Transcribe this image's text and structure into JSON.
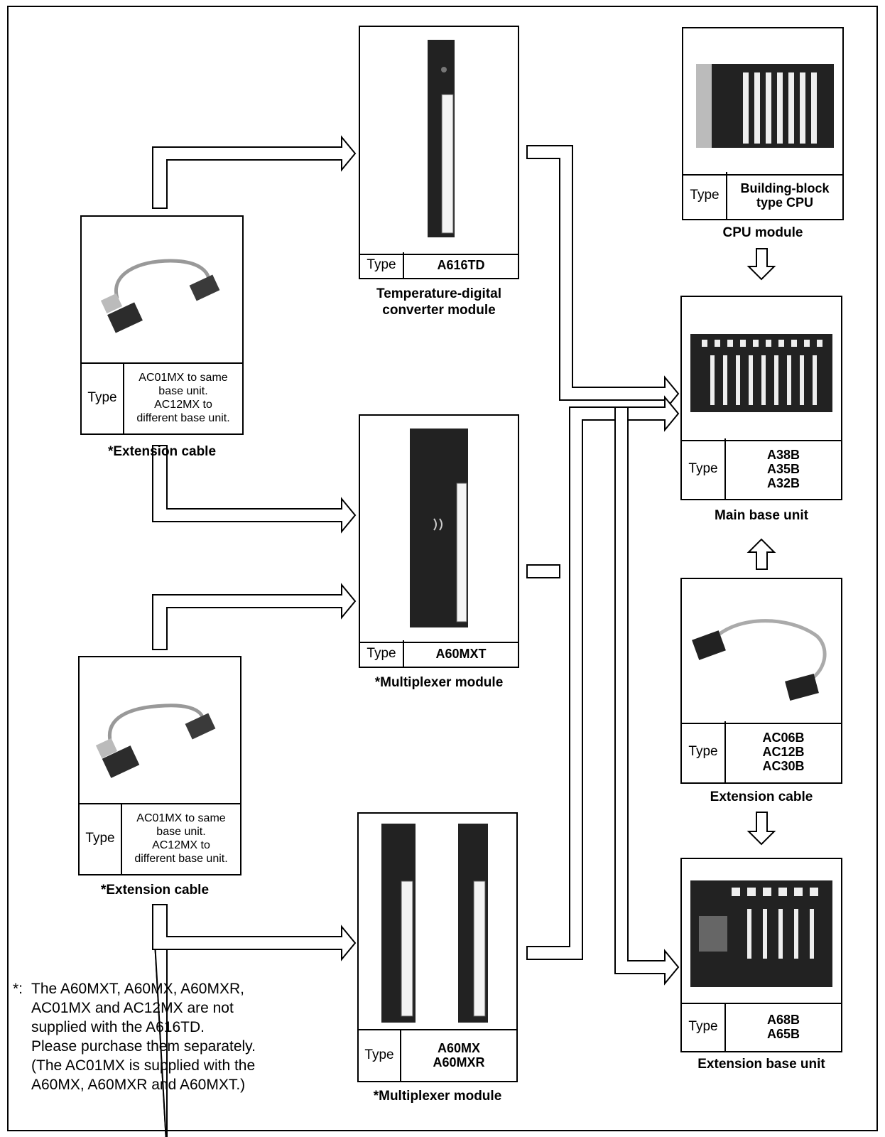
{
  "type_label": "Type",
  "cpu": {
    "type": "Building-block\ntype CPU",
    "caption": "CPU module"
  },
  "main_base": {
    "type": "A38B\nA35B\nA32B",
    "caption": "Main base unit"
  },
  "ext_cable_right": {
    "type": "AC06B\nAC12B\nAC30B",
    "caption": "Extension cable"
  },
  "ext_base": {
    "type": "A68B\nA65B",
    "caption": "Extension base unit"
  },
  "temp_module": {
    "type": "A616TD",
    "caption": "Temperature-digital\nconverter module"
  },
  "mux_module_1": {
    "type": "A60MXT",
    "caption": "*Multiplexer module"
  },
  "mux_module_2": {
    "type": "A60MX\nA60MXR",
    "caption": "*Multiplexer module"
  },
  "ext_cable_left_1": {
    "type": "AC01MX to same\nbase unit.\nAC12MX to\ndifferent base unit.",
    "caption": "*Extension cable"
  },
  "ext_cable_left_2": {
    "type": "AC01MX to same\nbase unit.\nAC12MX to\ndifferent base unit.",
    "caption": "*Extension cable"
  },
  "footnote": {
    "marker": "*:",
    "text": "The A60MXT, A60MX, A60MXR,\nAC01MX and AC12MX are not\nsupplied with the A616TD.\nPlease purchase them separately.\n(The AC01MX is supplied with the\nA60MX, A60MXR and A60MXT.)"
  }
}
